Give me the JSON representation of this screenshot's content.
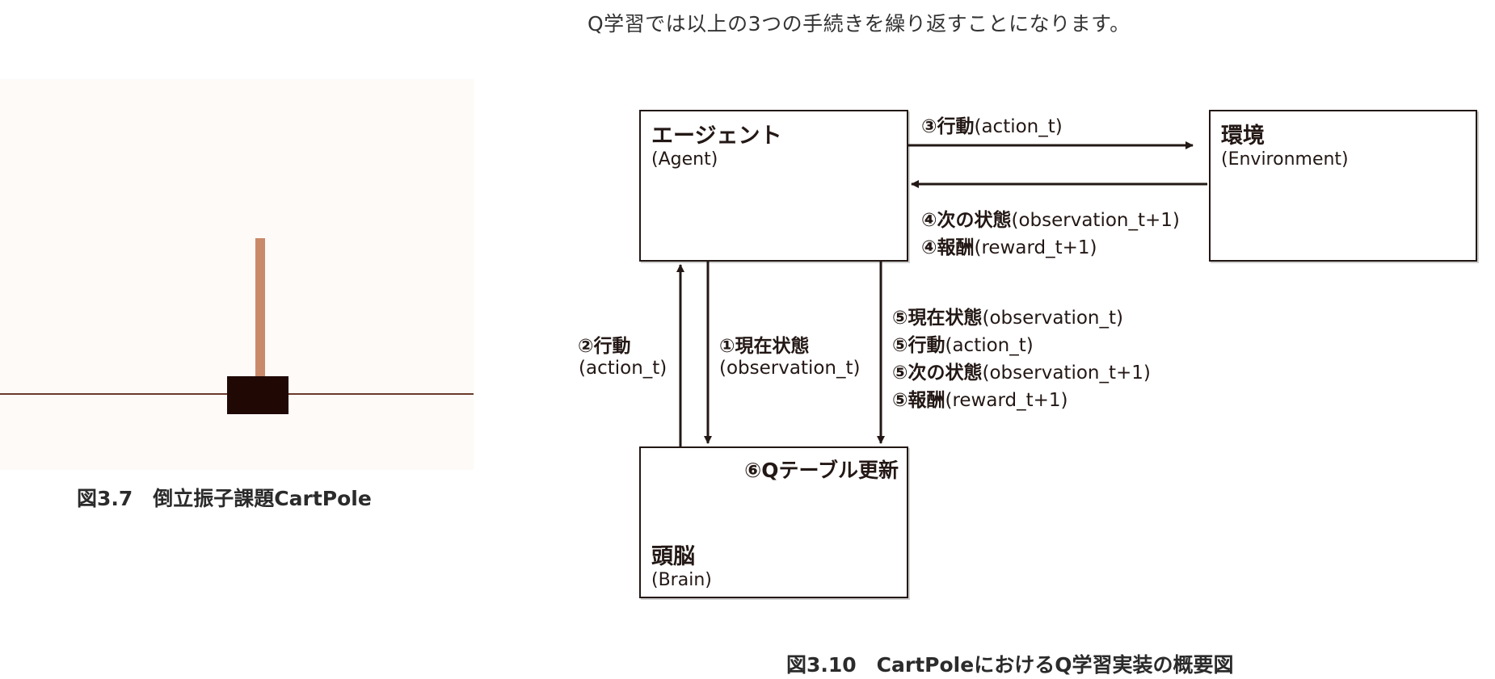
{
  "intro_text": "Q学習では以上の3つの手続きを繰り返すことになります。",
  "left_figure": {
    "caption": "図3.7　倒立振子課題CartPole"
  },
  "diagram": {
    "agent": {
      "title": "エージェント",
      "subtitle": "(Agent)"
    },
    "environment": {
      "title": "環境",
      "subtitle": "(Environment)"
    },
    "brain": {
      "title": "頭脳",
      "subtitle": "(Brain)",
      "note": "⑥Qテーブル更新"
    },
    "labels": {
      "step3_action": {
        "mark": "③行動",
        "text": "(action_t)"
      },
      "step4_next_state": {
        "mark": "④次の状態",
        "text": "(observation_t+1)"
      },
      "step4_reward": {
        "mark": "④報酬",
        "text": "(reward_t+1)"
      },
      "step2_action": {
        "mark": "②行動",
        "text": "(action_t)"
      },
      "step1_state": {
        "mark": "①現在状態",
        "text": "(observation_t)"
      },
      "step5_state": {
        "mark": "⑤現在状態",
        "text": "(observation_t)"
      },
      "step5_action": {
        "mark": "⑤行動",
        "text": "(action_t)"
      },
      "step5_next_state": {
        "mark": "⑤次の状態",
        "text": "(observation_t+1)"
      },
      "step5_reward": {
        "mark": "⑤報酬",
        "text": "(reward_t+1)"
      }
    },
    "caption": "図3.10　CartPoleにおけるQ学習実装の概要図"
  }
}
